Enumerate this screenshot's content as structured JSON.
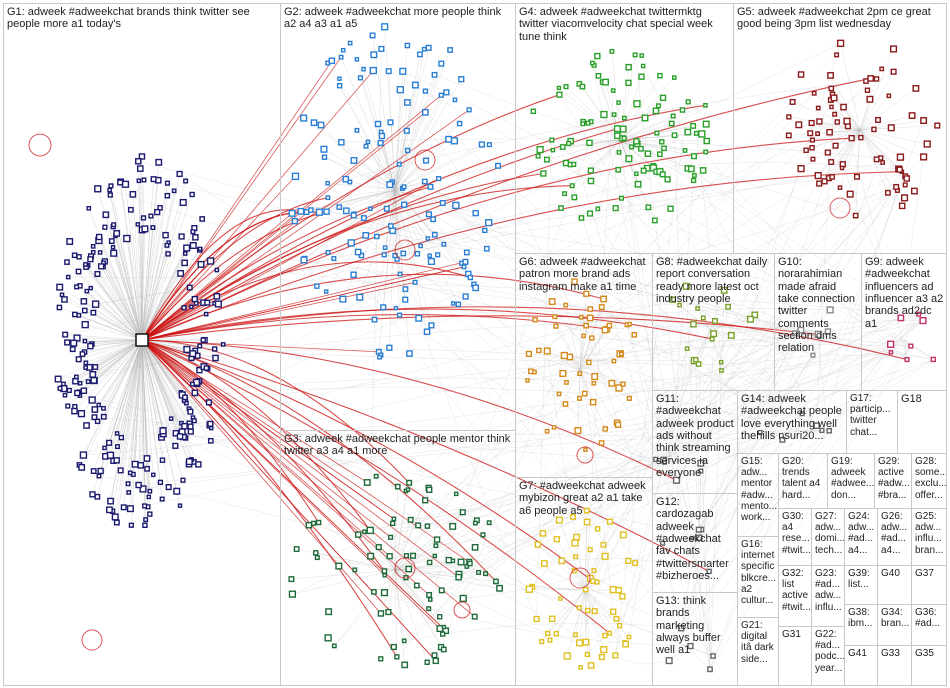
{
  "groups": [
    {
      "id": "G1",
      "label": "G1: adweek #adweekchat brands think twitter see people more a1 today's",
      "color": "#1a1a6e"
    },
    {
      "id": "G2",
      "label": "G2: adweek #adweekchat more people think a2 a4 a3 a1 a5",
      "color": "#2a7fd4"
    },
    {
      "id": "G3",
      "label": "G3: adweek #adweekchat people mentor think twitter a3 a4 a1 more",
      "color": "#1e6b3a"
    },
    {
      "id": "G4",
      "label": "G4: adweek #adweekchat twittermktg twitter viacomvelocity chat special week tune think",
      "color": "#2aa02a"
    },
    {
      "id": "G5",
      "label": "G5: adweek #adweekchat 2pm ce great good being 3pm list wednesday",
      "color": "#8b1a1a"
    },
    {
      "id": "G6",
      "label": "G6: adweek #adweekchat patron more brand ads instagram make a1 time",
      "color": "#d48a1a"
    },
    {
      "id": "G7",
      "label": "G7: #adweekchat adweek mybizon great a2 a1 take a6 people a5",
      "color": "#e0c020"
    },
    {
      "id": "G8",
      "label": "G8: #adweekchat daily report conversation ready more latest oct industry people",
      "color": "#7aa02a"
    },
    {
      "id": "G9",
      "label": "G9: adweek #adweekchat influencers ad influencer a3 a2 brands ad2dc a1",
      "color": "#c0306a"
    },
    {
      "id": "G10",
      "label": "G10: norarahimian made afraid take connection twitter comments section dms relation",
      "color": "#888888"
    },
    {
      "id": "G11",
      "label": "G11: #adweekchat adweek product ads without think streaming services ia everyone",
      "color": "#666666"
    },
    {
      "id": "G12",
      "label": "G12: cardozagab adweek #adweekchat fav chats #twittersmarter #bizheroes...",
      "color": "#666666"
    },
    {
      "id": "G13",
      "label": "G13: think brands marketing always buffer well a1",
      "color": "#666666"
    },
    {
      "id": "G14",
      "label": "G14: adweek #adweekchat people love everything well thehills nsuri20...",
      "color": "#666666"
    },
    {
      "id": "G15",
      "label": "G15: adw... mentor #adw... mento... work...",
      "color": "#666666"
    },
    {
      "id": "G16",
      "label": "G16: internet specific blkcre... a2 cultur...",
      "color": "#666666"
    },
    {
      "id": "G17",
      "label": "G17: particip... twitter chat...",
      "color": "#666666"
    },
    {
      "id": "G18",
      "label": "G18",
      "color": "#666666"
    },
    {
      "id": "G19",
      "label": "G19: adweek #adwee... don...",
      "color": "#666666"
    },
    {
      "id": "G20",
      "label": "G20: trends talent a4 hard...",
      "color": "#666666"
    },
    {
      "id": "G21",
      "label": "G21: digital itâ dark side...",
      "color": "#666666"
    },
    {
      "id": "G22",
      "label": "G22: #ad... podc... year...",
      "color": "#666666"
    },
    {
      "id": "G23",
      "label": "G23: #ad... adw... influ...",
      "color": "#666666"
    },
    {
      "id": "G24",
      "label": "G24: adw... #ad... a4...",
      "color": "#666666"
    },
    {
      "id": "G25",
      "label": "G25: adw... influ... bran...",
      "color": "#666666"
    },
    {
      "id": "G26",
      "label": "G26: adw... #ad... a4...",
      "color": "#666666"
    },
    {
      "id": "G27",
      "label": "G27: adw... domi... tech...",
      "color": "#666666"
    },
    {
      "id": "G28",
      "label": "G28: some... exclu... offer...",
      "color": "#666666"
    },
    {
      "id": "G29",
      "label": "G29: active #adw... #bra...",
      "color": "#666666"
    },
    {
      "id": "G30",
      "label": "G30: a4 rese... #twit...",
      "color": "#666666"
    },
    {
      "id": "G31",
      "label": "G31",
      "color": "#666666"
    },
    {
      "id": "G32",
      "label": "G32: list active #twit...",
      "color": "#666666"
    },
    {
      "id": "G33",
      "label": "G33",
      "color": "#666666"
    },
    {
      "id": "G34",
      "label": "G34: bran...",
      "color": "#666666"
    },
    {
      "id": "G35",
      "label": "G35",
      "color": "#666666"
    },
    {
      "id": "G36",
      "label": "G36: #ad...",
      "color": "#666666"
    },
    {
      "id": "G37",
      "label": "G37",
      "color": "#666666"
    },
    {
      "id": "G38",
      "label": "G38: ibm...",
      "color": "#666666"
    },
    {
      "id": "G39",
      "label": "G39: list...",
      "color": "#666666"
    },
    {
      "id": "G40",
      "label": "G40",
      "color": "#666666"
    },
    {
      "id": "G41",
      "label": "G41",
      "color": "#666666"
    }
  ],
  "colors": {
    "edge": "#b8b8b8",
    "hub_edge": "#cc1111",
    "border": "#c8c8c8"
  }
}
